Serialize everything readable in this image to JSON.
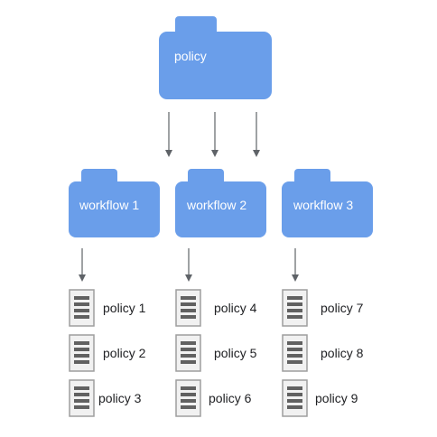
{
  "colors": {
    "folder": "#6a9eea",
    "arrow": "#5f6368",
    "doc_fill": "#f1f1f1",
    "doc_stroke": "#9e9e9e",
    "doc_lines": "#616161",
    "label": "#202124"
  },
  "root": {
    "label": "policy",
    "icon": "folder-icon"
  },
  "workflows": [
    {
      "label": "workflow 1",
      "icon": "folder-icon",
      "policies": [
        "policy 1",
        "policy 2",
        "policy 3"
      ]
    },
    {
      "label": "workflow 2",
      "icon": "folder-icon",
      "policies": [
        "policy 4",
        "policy 5",
        "policy 6"
      ]
    },
    {
      "label": "workflow 3",
      "icon": "folder-icon",
      "policies": [
        "policy 7",
        "policy 8",
        "policy 9"
      ]
    }
  ]
}
